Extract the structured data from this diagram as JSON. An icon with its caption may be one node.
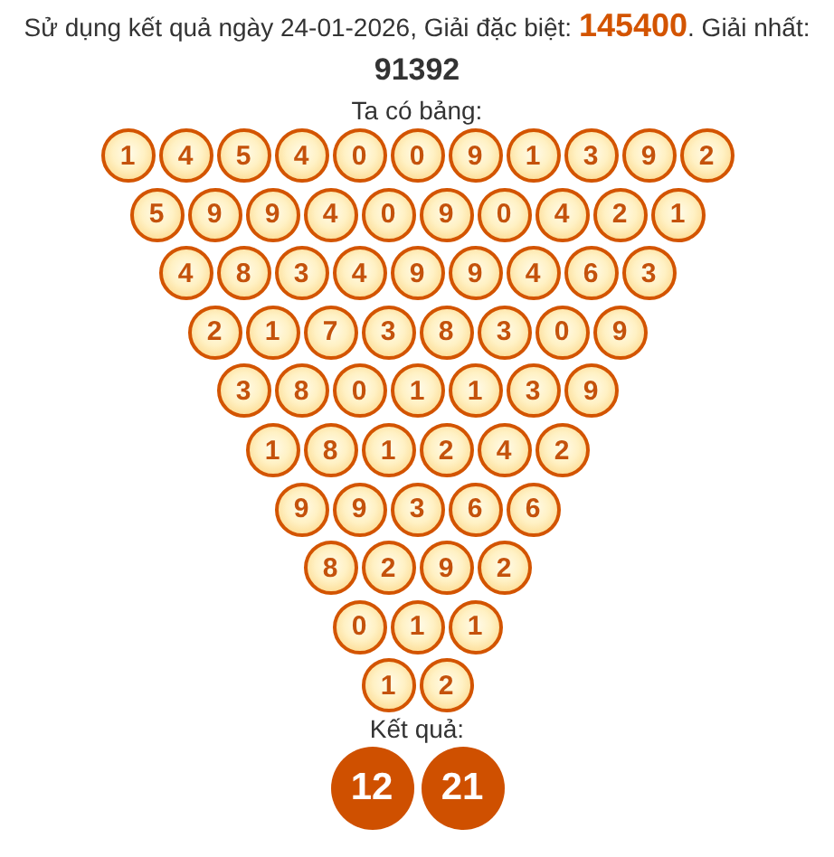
{
  "diagram": {
    "title": "Sử dụng kết quả ngày 24-01-2026, Giải đặc biệt: **145400**. Giải nhất: **91392**",
    "nodes": [
      {
        "text": [
          "1"
        ]
      },
      {
        "text": [
          "4"
        ]
      },
      {
        "text": [
          "5"
        ]
      },
      {
        "text": [
          "4"
        ]
      },
      {
        "text": [
          "0"
        ]
      },
      {
        "text": [
          "0"
        ]
      },
      {
        "text": [
          "9"
        ]
      },
      {
        "text": [
          "1"
        ]
      },
      {
        "text": [
          "3"
        ]
      },
      {
        "text": [
          "9"
        ]
      },
      {
        "text": [
          "2"
        ]
      },
      {
        "text": [
          "5"
        ]
      },
      {
        "text": [
          "9"
        ]
      },
      {
        "text": [
          "9"
        ]
      },
      {
        "text": [
          "4"
        ]
      },
      {
        "text": [
          "0"
        ]
      },
      {
        "text": [
          "9"
        ]
      },
      {
        "text": [
          "0"
        ]
      },
      {
        "text": [
          "4"
        ]
      },
      {
        "text": [
          "2"
        ]
      },
      {
        "text": [
          "1"
        ]
      },
      {
        "text": [
          "4"
        ]
      },
      {
        "text": [
          "8"
        ]
      },
      {
        "text": [
          "3"
        ]
      },
      {
        "text": [
          "4"
        ]
      },
      {
        "text": [
          "9"
        ]
      },
      {
        "text": [
          "9"
        ]
      },
      {
        "text": [
          "4"
        ]
      },
      {
        "text": [
          "6"
        ]
      },
      {
        "text": [
          "3"
        ]
      },
      {
        "text": [
          "2"
        ]
      },
      {
        "text": [
          "1"
        ]
      },
      {
        "text": [
          "7"
        ]
      },
      {
        "text": [
          "3"
        ]
      },
      {
        "text": [
          "8"
        ]
      },
      {
        "text": [
          "3"
        ]
      },
      {
        "text": [
          "0"
        ]
      },
      {
        "text": [
          "9"
        ]
      },
      {
        "text": [
          "3"
        ]
      },
      {
        "text": [
          "8"
        ]
      },
      {
        "text": [
          "0"
        ]
      },
      {
        "text": [
          "1"
        ]
      },
      {
        "text": [
          "1"
        ]
      },
      {
        "text": [
          "3"
        ]
      },
      {
        "text": [
          "9"
        ]
      },
      {
        "text": [
          "1"
        ]
      },
      {
        "text": [
          "8"
        ]
      },
      {
        "text": [
          "1"
        ]
      },
      {
        "text": [
          "2"
        ]
      },
      {
        "text": [
          "4"
        ]
      },
      {
        "text": [
          "2"
        ]
      },
      {
        "text": [
          "9"
        ]
      },
      {
        "text": [
          "9"
        ]
      },
      {
        "text": [
          "3"
        ]
      },
      {
        "text": [
          "6"
        ]
      },
      {
        "text": [
          "6"
        ]
      },
      {
        "text": [
          "8"
        ]
      },
      {
        "text": [
          "2"
        ]
      },
      {
        "text": [
          "9"
        ]
      },
      {
        "text": [
          "2"
        ]
      },
      {
        "text": [
          "0"
        ]
      },
      {
        "text": [
          "1"
        ]
      },
      {
        "text": [
          "1"
        ]
      },
      {
        "text": [
          "1"
        ]
      },
      {
        "text": [
          "2"
        ]
      },
      {
        "text": [
          "12"
        ]
      },
      {
        "text": [
          "21"
        ]
      }
    ],
    "labels": [
      "Ta có bảng:",
      "Kết quả:"
    ]
  }
}
